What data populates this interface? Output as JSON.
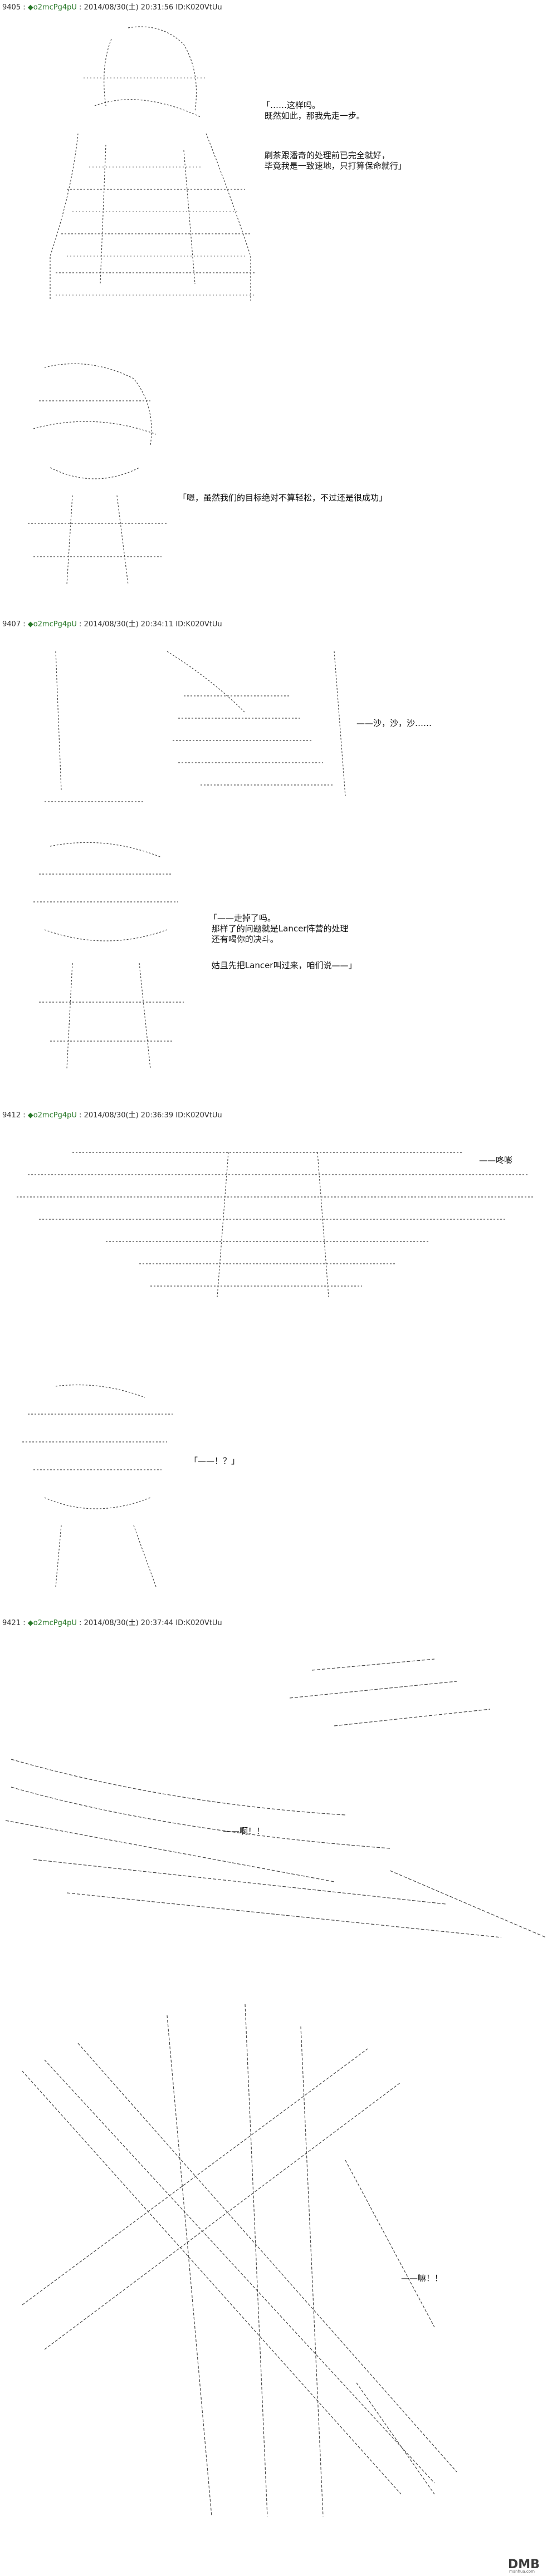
{
  "posts": [
    {
      "number": "9405",
      "name": "◆o2mcPg4pU",
      "date": "2014/08/30(土)",
      "time": "20:31:56",
      "id": "ID:K020VtUu"
    },
    {
      "number": "9407",
      "name": "◆o2mcPg4pU",
      "date": "2014/08/30(土)",
      "time": "20:34:11",
      "id": "ID:K020VtUu"
    },
    {
      "number": "9412",
      "name": "◆o2mcPg4pU",
      "date": "2014/08/30(土)",
      "time": "20:36:39",
      "id": "ID:K020VtUu"
    },
    {
      "number": "9421",
      "name": "◆o2mcPg4pU",
      "date": "2014/08/30(土)",
      "time": "20:37:44",
      "id": "ID:K020VtUu"
    }
  ],
  "dialogues": {
    "d1": "「……这样吗。\n 既然如此，那我先走一步。",
    "d2": " 刷茶跟潘奇的处理前已完全就好，\n 毕竟我是一致速地，只打算保命就行」",
    "d3": "「嗯，虽然我们的目标绝对不算轻松，不过还是很成功」",
    "d4": "——沙，沙，沙……",
    "d5": "「——走掉了吗。\n 那样了的问题就是Lancer阵营的处理\n 还有喝你的决斗。",
    "d6": " 姑且先把Lancer叫过来，咱们说——」",
    "d7": "——咚嘭",
    "d8": "「——！？」",
    "d9": "——啊！！",
    "d10": "——嘛！！"
  },
  "logo": {
    "text": "DMB",
    "suffix": "manhua.com"
  }
}
